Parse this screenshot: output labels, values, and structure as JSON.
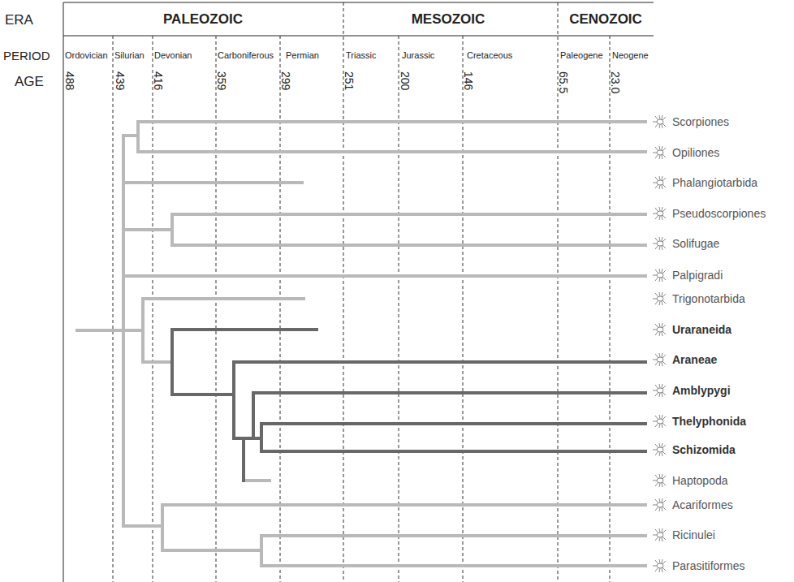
{
  "diagram": {
    "labels": [
      "ERA",
      "PALEOZOIC",
      "MESOZOIC",
      "CENOZOIC",
      "PERIOD",
      "Ordovician",
      "Silurian",
      "Devonian",
      "Carboniferous",
      "Permian",
      "Triassic",
      "Jurassic",
      "Cretaceous",
      "Paleogene",
      "Neogene",
      "AGE",
      "488",
      "439",
      "416",
      "359",
      "299",
      "251",
      "200",
      "146",
      "65.5",
      "23.0",
      "Scorpiones",
      "Opiliones",
      "Phalangiotarbida",
      "Pseudoscorpiones",
      "Solifugae",
      "Palpigradi",
      "Trigonotarbida",
      "Uraraneida",
      "Araneae",
      "Amblypygi",
      "Thelyphonida",
      "Schizomida",
      "Haptopoda",
      "Acariformes",
      "Ricinulei",
      "Parasitiformes"
    ]
  }
}
